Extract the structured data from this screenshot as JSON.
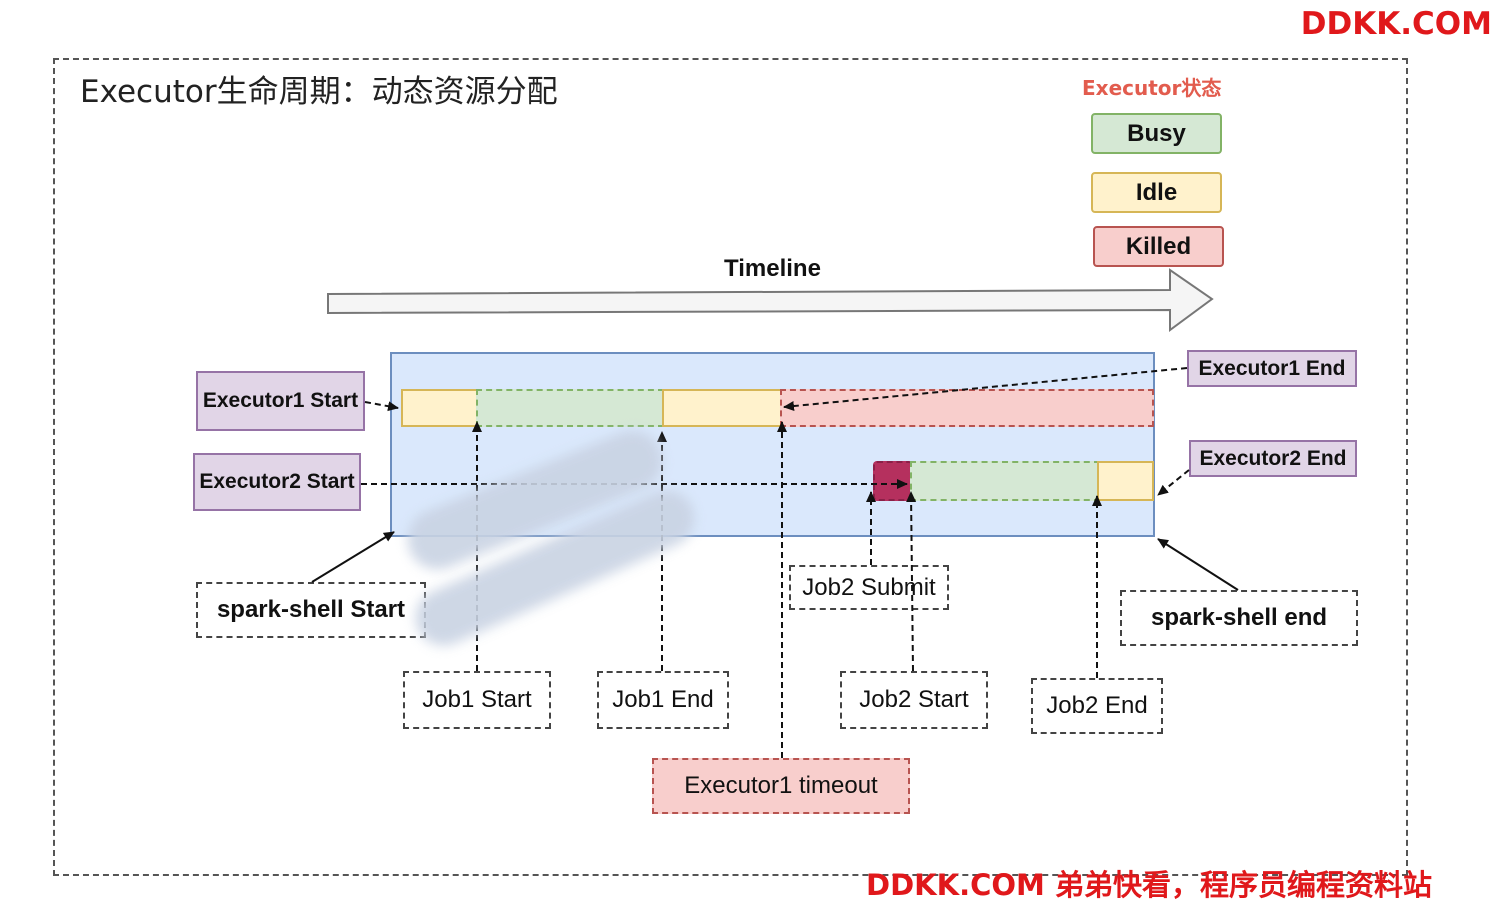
{
  "title": "Executor生命周期：动态资源分配",
  "watermark_top": "DDKK.COM",
  "watermark_bottom": "DDKK.COM 弟弟快看，程序员编程资料站",
  "legend": {
    "title": "Executor状态",
    "busy": "Busy",
    "idle": "Idle",
    "killed": "Killed",
    "colors": {
      "busy": "#d5e8d4",
      "idle": "#fff2cc",
      "killed": "#f8cecc"
    }
  },
  "timeline": {
    "label": "Timeline"
  },
  "executors": {
    "e1_start": "Executor1 Start",
    "e2_start": "Executor2 Start",
    "e1_end": "Executor1 End",
    "e2_end": "Executor2 End"
  },
  "events": {
    "spark_start": "spark-shell Start",
    "spark_end": "spark-shell end",
    "job1_start": "Job1 Start",
    "job1_end": "Job1 End",
    "job2_submit": "Job2 Submit",
    "job2_start": "Job2 Start",
    "job2_end": "Job2 End",
    "e1_timeout": "Executor1 timeout"
  }
}
